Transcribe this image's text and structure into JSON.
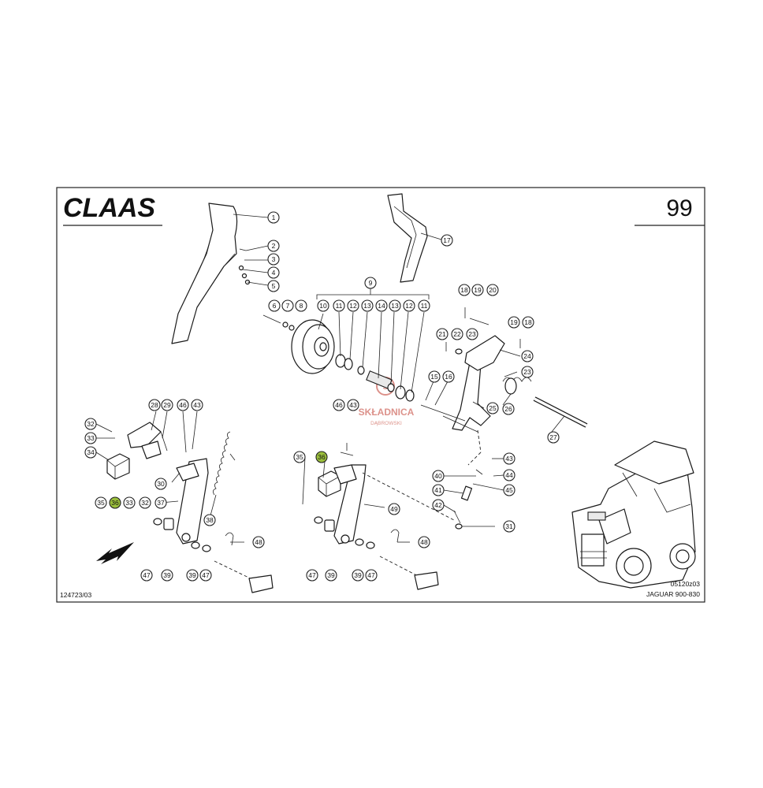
{
  "header": {
    "brand": "CLAAS",
    "page_number": "99"
  },
  "footer": {
    "drawing_number": "124723/03",
    "image_code": "05120z03",
    "model": "JAGUAR 900-830"
  },
  "watermark": {
    "line1": "SKŁADNICA",
    "line2": "DĄBROWSKI"
  },
  "colors": {
    "frame": "#222222",
    "highlight": "#9bbf3c",
    "watermark": "#c0392b"
  },
  "callouts": {
    "c1": "1",
    "c2": "2",
    "c3": "3",
    "c4": "4",
    "c5": "5",
    "c6": "6",
    "c7": "7",
    "c8": "8",
    "c9": "9",
    "c10": "10",
    "c11a": "11",
    "c12a": "12",
    "c13a": "13",
    "c14": "14",
    "c13b": "13",
    "c12b": "12",
    "c11b": "11",
    "c15": "15",
    "c16": "16",
    "c17": "17",
    "c18a": "18",
    "c19a": "19",
    "c20": "20",
    "c19b": "19",
    "c18b": "18",
    "c21": "21",
    "c22": "22",
    "c23a": "23",
    "c24": "24",
    "c23b": "23",
    "c25": "25",
    "c26": "26",
    "c27": "27",
    "c28": "28",
    "c29": "29",
    "c46a": "46",
    "c43a": "43",
    "c32a": "32",
    "c33a": "33",
    "c34": "34",
    "c35a": "35",
    "c36a": "36",
    "c33b": "33",
    "c32b": "32",
    "c37": "37",
    "c30": "30",
    "c38": "38",
    "c47a": "47",
    "c39a": "39",
    "c39b": "39",
    "c47b": "47",
    "c48a": "48",
    "c46b": "46",
    "c43b": "43",
    "c35b": "35",
    "c36b": "36",
    "c49": "49",
    "c47c": "47",
    "c39c": "39",
    "c39d": "39",
    "c47d": "47",
    "c48b": "48",
    "c40": "40",
    "c41": "41",
    "c42": "42",
    "c43c": "43",
    "c44": "44",
    "c45": "45",
    "c31": "31"
  }
}
